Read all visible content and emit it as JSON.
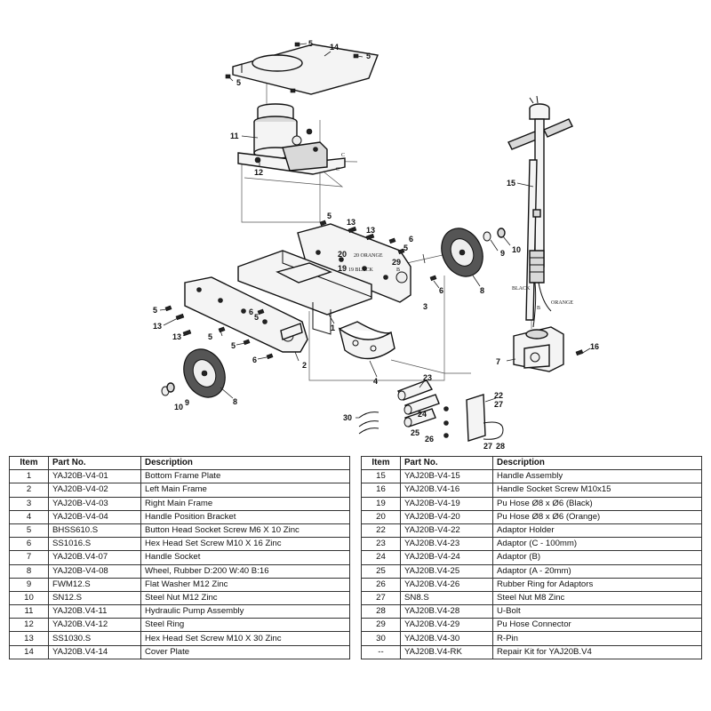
{
  "diagram": {
    "callouts": [
      "5",
      "14",
      "5",
      "5",
      "11",
      "12",
      "15",
      "13",
      "13",
      "5",
      "6",
      "5",
      "29",
      "20",
      "19",
      "9",
      "10",
      "8",
      "6",
      "3",
      "5",
      "13",
      "13",
      "6",
      "5",
      "5",
      "5",
      "6",
      "1",
      "2",
      "4",
      "7",
      "16",
      "10",
      "9",
      "8",
      "23",
      "22",
      "27",
      "24",
      "30",
      "25",
      "26",
      "27",
      "28"
    ],
    "hose_labels": {
      "orange_top": "20 ORANGE",
      "black_top": "19 BLACK",
      "black_side": "BLACK",
      "orange_side": "ORANGE",
      "b1": "B",
      "b2": "B",
      "c1": "C",
      "c2": "C"
    }
  },
  "table": {
    "columns": [
      "Item",
      "Part No.",
      "Description"
    ],
    "left_rows": [
      {
        "item": "1",
        "part": "YAJ20B-V4-01",
        "desc": "Bottom Frame Plate"
      },
      {
        "item": "2",
        "part": "YAJ20B-V4-02",
        "desc": "Left Main Frame"
      },
      {
        "item": "3",
        "part": "YAJ20B-V4-03",
        "desc": "Right Main Frame"
      },
      {
        "item": "4",
        "part": "YAJ20B-V4-04",
        "desc": "Handle Position Bracket"
      },
      {
        "item": "5",
        "part": "BHSS610.S",
        "desc": "Button Head Socket Screw M6 X 10 Zinc"
      },
      {
        "item": "6",
        "part": "SS1016.S",
        "desc": "Hex Head Set Screw M10 X 16 Zinc"
      },
      {
        "item": "7",
        "part": "YAJ20B.V4-07",
        "desc": "Handle Socket"
      },
      {
        "item": "8",
        "part": "YAJ20B-V4-08",
        "desc": "Wheel, Rubber D:200 W:40 B:16"
      },
      {
        "item": "9",
        "part": "FWM12.S",
        "desc": "Flat Washer M12 Zinc"
      },
      {
        "item": "10",
        "part": "SN12.S",
        "desc": "Steel Nut M12 Zinc"
      },
      {
        "item": "11",
        "part": "YAJ20B.V4-11",
        "desc": "Hydraulic Pump Assembly"
      },
      {
        "item": "12",
        "part": "YAJ20B.V4-12",
        "desc": "Steel Ring"
      },
      {
        "item": "13",
        "part": "SS1030.S",
        "desc": "Hex Head Set Screw M10 X 30 Zinc"
      },
      {
        "item": "14",
        "part": "YAJ20B.V4-14",
        "desc": "Cover Plate"
      }
    ],
    "right_rows": [
      {
        "item": "15",
        "part": "YAJ20B-V4-15",
        "desc": "Handle Assembly"
      },
      {
        "item": "16",
        "part": "YAJ20B.V4-16",
        "desc": "Handle Socket Screw M10x15"
      },
      {
        "item": "19",
        "part": "YAJ20B-V4-19",
        "desc": "Pu Hose Ø8 x Ø6 (Black)"
      },
      {
        "item": "20",
        "part": "YAJ20B-V4-20",
        "desc": "Pu Hose Ø8 x Ø6 (Orange)"
      },
      {
        "item": "22",
        "part": "YAJ20B-V4-22",
        "desc": "Adaptor Holder"
      },
      {
        "item": "23",
        "part": "YAJ20B.V4-23",
        "desc": "Adaptor (C - 100mm)"
      },
      {
        "item": "24",
        "part": "YAJ20B-V4-24",
        "desc": "Adaptor (B)"
      },
      {
        "item": "25",
        "part": "YAJ20B.V4-25",
        "desc": "Adaptor (A - 20mm)"
      },
      {
        "item": "26",
        "part": "YAJ20B.V4-26",
        "desc": "Rubber Ring for Adaptors"
      },
      {
        "item": "27",
        "part": "SN8.S",
        "desc": "Steel Nut M8 Zinc"
      },
      {
        "item": "28",
        "part": "YAJ20B.V4-28",
        "desc": "U-Bolt"
      },
      {
        "item": "29",
        "part": "YAJ20B.V4-29",
        "desc": "Pu Hose Connector"
      },
      {
        "item": "30",
        "part": "YAJ20B.V4-30",
        "desc": "R-Pin"
      },
      {
        "item": "--",
        "part": "YAJ20B.V4-RK",
        "desc": "Repair Kit for YAJ20B.V4"
      }
    ]
  }
}
